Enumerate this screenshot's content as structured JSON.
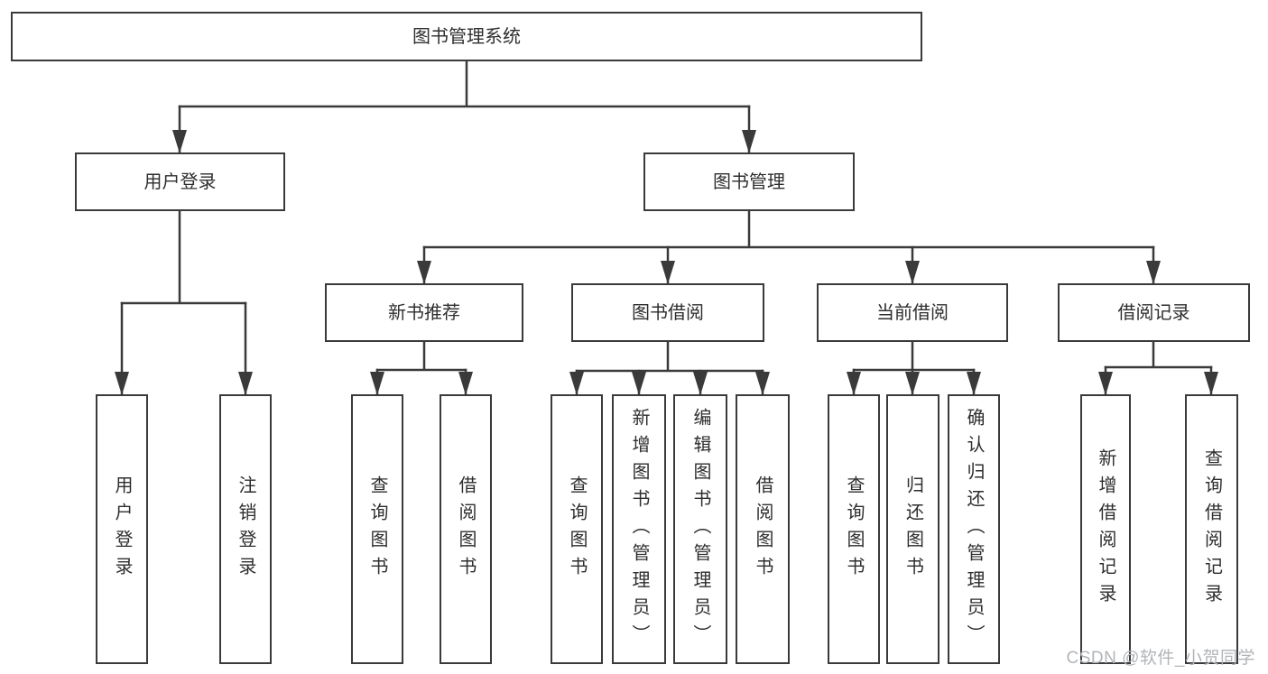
{
  "diagram_type": "hierarchy-tree",
  "colors": {
    "line": "#3a3a3a",
    "box_border": "#3a3a3a",
    "box_background": "#ffffff",
    "text": "#2e2e2e",
    "watermark_text": "#b1b4b8"
  },
  "tree": {
    "label": "图书管理系统",
    "children": [
      {
        "label": "用户登录",
        "children": [
          {
            "label": "用户登录"
          },
          {
            "label": "注销登录"
          }
        ]
      },
      {
        "label": "图书管理",
        "children": [
          {
            "label": "新书推荐",
            "children": [
              {
                "label": "查询图书"
              },
              {
                "label": "借阅图书"
              }
            ]
          },
          {
            "label": "图书借阅",
            "children": [
              {
                "label": "查询图书"
              },
              {
                "label": "新增图书（管理员）"
              },
              {
                "label": "编辑图书（管理员）"
              },
              {
                "label": "借阅图书"
              }
            ]
          },
          {
            "label": "当前借阅",
            "children": [
              {
                "label": "查询图书"
              },
              {
                "label": "归还图书"
              },
              {
                "label": "确认归还（管理员）"
              }
            ]
          },
          {
            "label": "借阅记录",
            "children": [
              {
                "label": "新增借阅记录"
              },
              {
                "label": "查询借阅记录"
              }
            ]
          }
        ]
      }
    ]
  },
  "watermark": "CSDN @软件_小贺同学"
}
